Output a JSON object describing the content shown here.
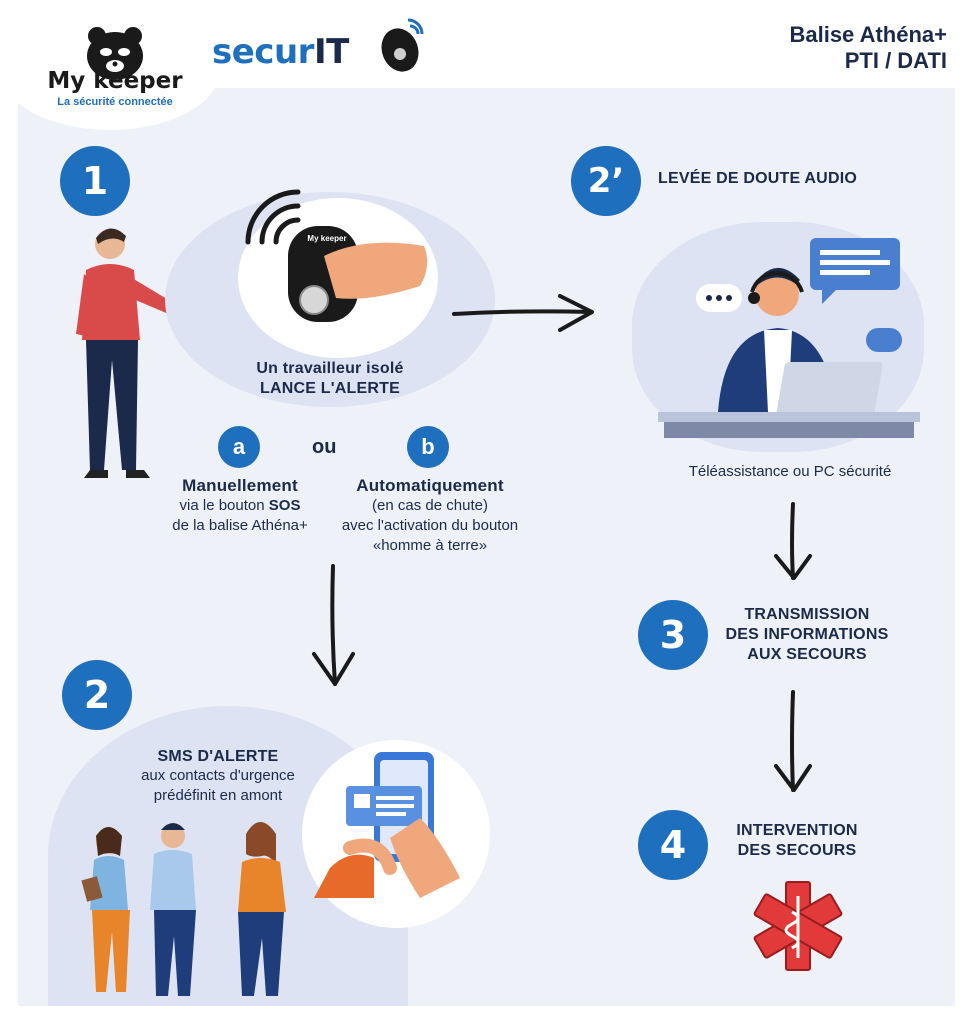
{
  "brand": {
    "logo_name": "My keeper",
    "logo_tagline": "La sécurité connectée",
    "partner": "securIT",
    "partner_prefix": "secur",
    "partner_suffix": "IT",
    "device_label": "My keeper"
  },
  "header": {
    "line1": "Balise Athéna+",
    "line2": "PTI / DATI"
  },
  "step1": {
    "number": "1",
    "alert_line1": "Un travailleur isolé",
    "alert_line2": "LANCE L'ALERTE",
    "option_a": {
      "letter": "a",
      "title": "Manuellement",
      "line1_prefix": "via le bouton ",
      "line1_bold": "SOS",
      "line2": "de la balise Athéna+"
    },
    "or_label": "ou",
    "option_b": {
      "letter": "b",
      "title": "Automatiquement",
      "line1": "(en cas de chute)",
      "line2": "avec l'activation du bouton",
      "line3": "«homme  à terre»"
    }
  },
  "step2prime": {
    "number": "2’",
    "title": "LEVÉE DE DOUTE AUDIO",
    "caption": "Téléassistance ou PC sécurité"
  },
  "step2": {
    "number": "2",
    "title": "SMS D'ALERTE",
    "line1": "aux contacts d'urgence",
    "line2": "prédéfinit en amont"
  },
  "step3": {
    "number": "3",
    "line1": "TRANSMISSION",
    "line2": "DES INFORMATIONS",
    "line3": "AUX SECOURS"
  },
  "step4": {
    "number": "4",
    "line1": "INTERVENTION",
    "line2": "DES SECOURS"
  },
  "colors": {
    "accent_blue": "#1f6fbf",
    "navy": "#1b2a4a",
    "red": "#e23a3a",
    "panel": "#eef1f8"
  }
}
